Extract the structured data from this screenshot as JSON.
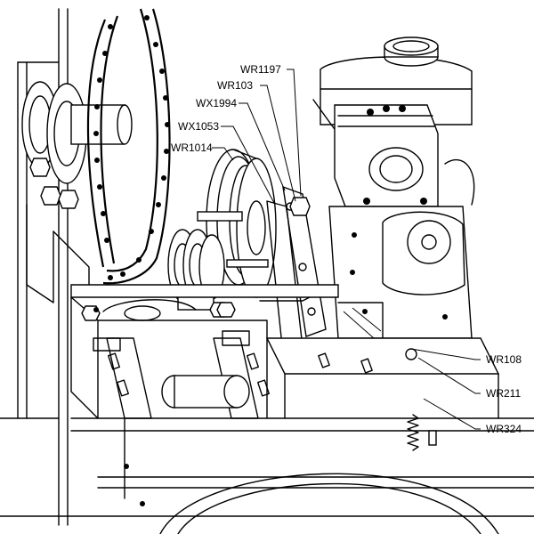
{
  "callouts": {
    "wr1197": "WR1197",
    "wr103": "WR103",
    "wx1994": "WX1994",
    "wx1053": "WX1053",
    "wr1014": "WR1014",
    "wr108": "WR108",
    "wr211": "WR211",
    "wr324": "WR324"
  }
}
